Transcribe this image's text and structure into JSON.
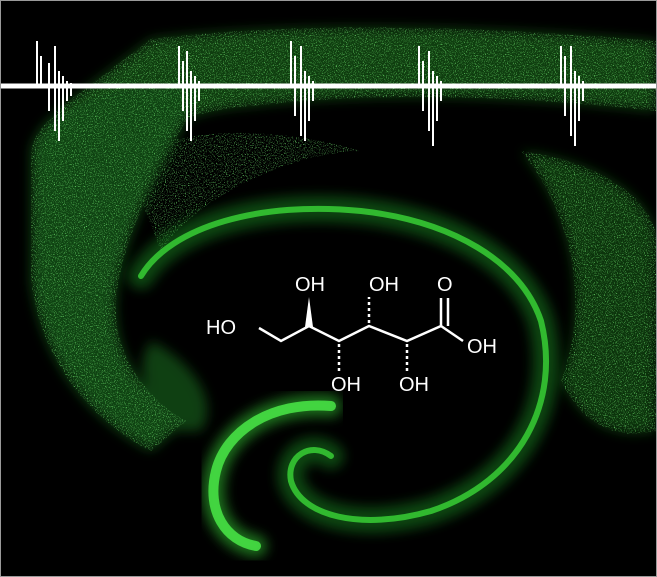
{
  "image": {
    "subject": "green fluorescent nuclear stain micrograph overlaid with electrophysiology burst trace and structural formula",
    "colors": {
      "background": "#000000",
      "stain": "#2fd42f",
      "stain_dim": "#1d7f22",
      "trace": "#ffffff",
      "frame_border": "#9a9a9a"
    },
    "trace": {
      "burst_count": 5
    },
    "molecule": {
      "labels": {
        "top1": "OH",
        "top2": "OH",
        "carbonyl": "O",
        "left": "HO",
        "acid": "OH",
        "bottom1": "OH",
        "bottom2": "OH"
      }
    }
  }
}
